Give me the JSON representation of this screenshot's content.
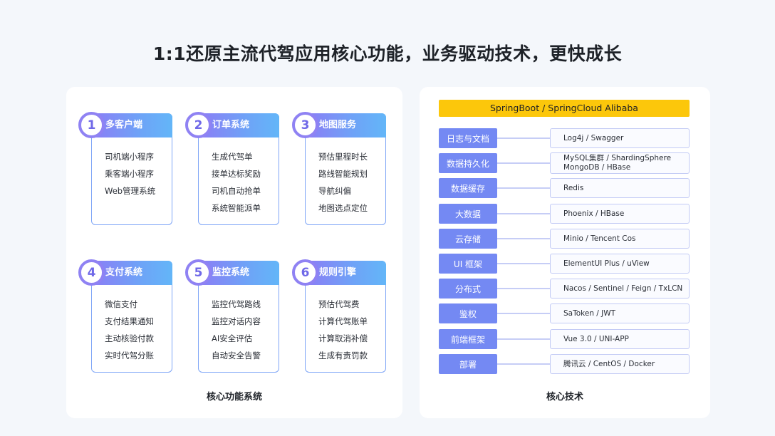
{
  "page_title": "1:1还原主流代驾应用核心功能，业务驱动技术，更快成长",
  "features": {
    "caption": "核心功能系统",
    "cards": [
      {
        "num": "1",
        "title": "多客户端",
        "items": [
          "司机端小程序",
          "乘客端小程序",
          "Web管理系统"
        ]
      },
      {
        "num": "2",
        "title": "订单系统",
        "items": [
          "生成代驾单",
          "接单达标奖励",
          "司机自动抢单",
          "系统智能派单"
        ]
      },
      {
        "num": "3",
        "title": "地图服务",
        "items": [
          "预估里程时长",
          "路线智能规划",
          "导航纠偏",
          "地图选点定位"
        ]
      },
      {
        "num": "4",
        "title": "支付系统",
        "items": [
          "微信支付",
          "支付结果通知",
          "主动核验付款",
          "实时代驾分账"
        ]
      },
      {
        "num": "5",
        "title": "监控系统",
        "items": [
          "监控代驾路线",
          "监控对话内容",
          "AI安全评估",
          "自动安全告警"
        ]
      },
      {
        "num": "6",
        "title": "规则引擎",
        "items": [
          "预估代驾费",
          "计算代驾账单",
          "计算取消补偿",
          "生成有责罚款"
        ]
      }
    ]
  },
  "tech": {
    "caption": "核心技术",
    "banner": "SpringBoot / SpringCloud Alibaba",
    "rows": [
      {
        "label": "日志与文档",
        "value": "Log4j / Swagger",
        "value2": ""
      },
      {
        "label": "数据持久化",
        "value": "MySQL集群 / ShardingSphere",
        "value2": "MongoDB / HBase"
      },
      {
        "label": "数据缓存",
        "value": "Redis",
        "value2": ""
      },
      {
        "label": "大数据",
        "value": "Phoenix / HBase",
        "value2": ""
      },
      {
        "label": "云存储",
        "value": "Minio / Tencent Cos",
        "value2": ""
      },
      {
        "label": "UI 框架",
        "value": "ElementUI Plus / uView",
        "value2": ""
      },
      {
        "label": "分布式",
        "value": "Nacos / Sentinel / Feign / TxLCN",
        "value2": ""
      },
      {
        "label": "鉴权",
        "value": "SaToken / JWT",
        "value2": ""
      },
      {
        "label": "前端框架",
        "value": "Vue 3.0 / UNI-APP",
        "value2": ""
      },
      {
        "label": "部署",
        "value": "腾讯云 / CentOS / Docker",
        "value2": ""
      }
    ]
  },
  "colors": {
    "card_border": "#7fa6f7",
    "card_head_start": "#8c7cf5",
    "card_head_end": "#63b6f8",
    "tech_label": "#7489f3",
    "banner": "#fcc70b"
  }
}
